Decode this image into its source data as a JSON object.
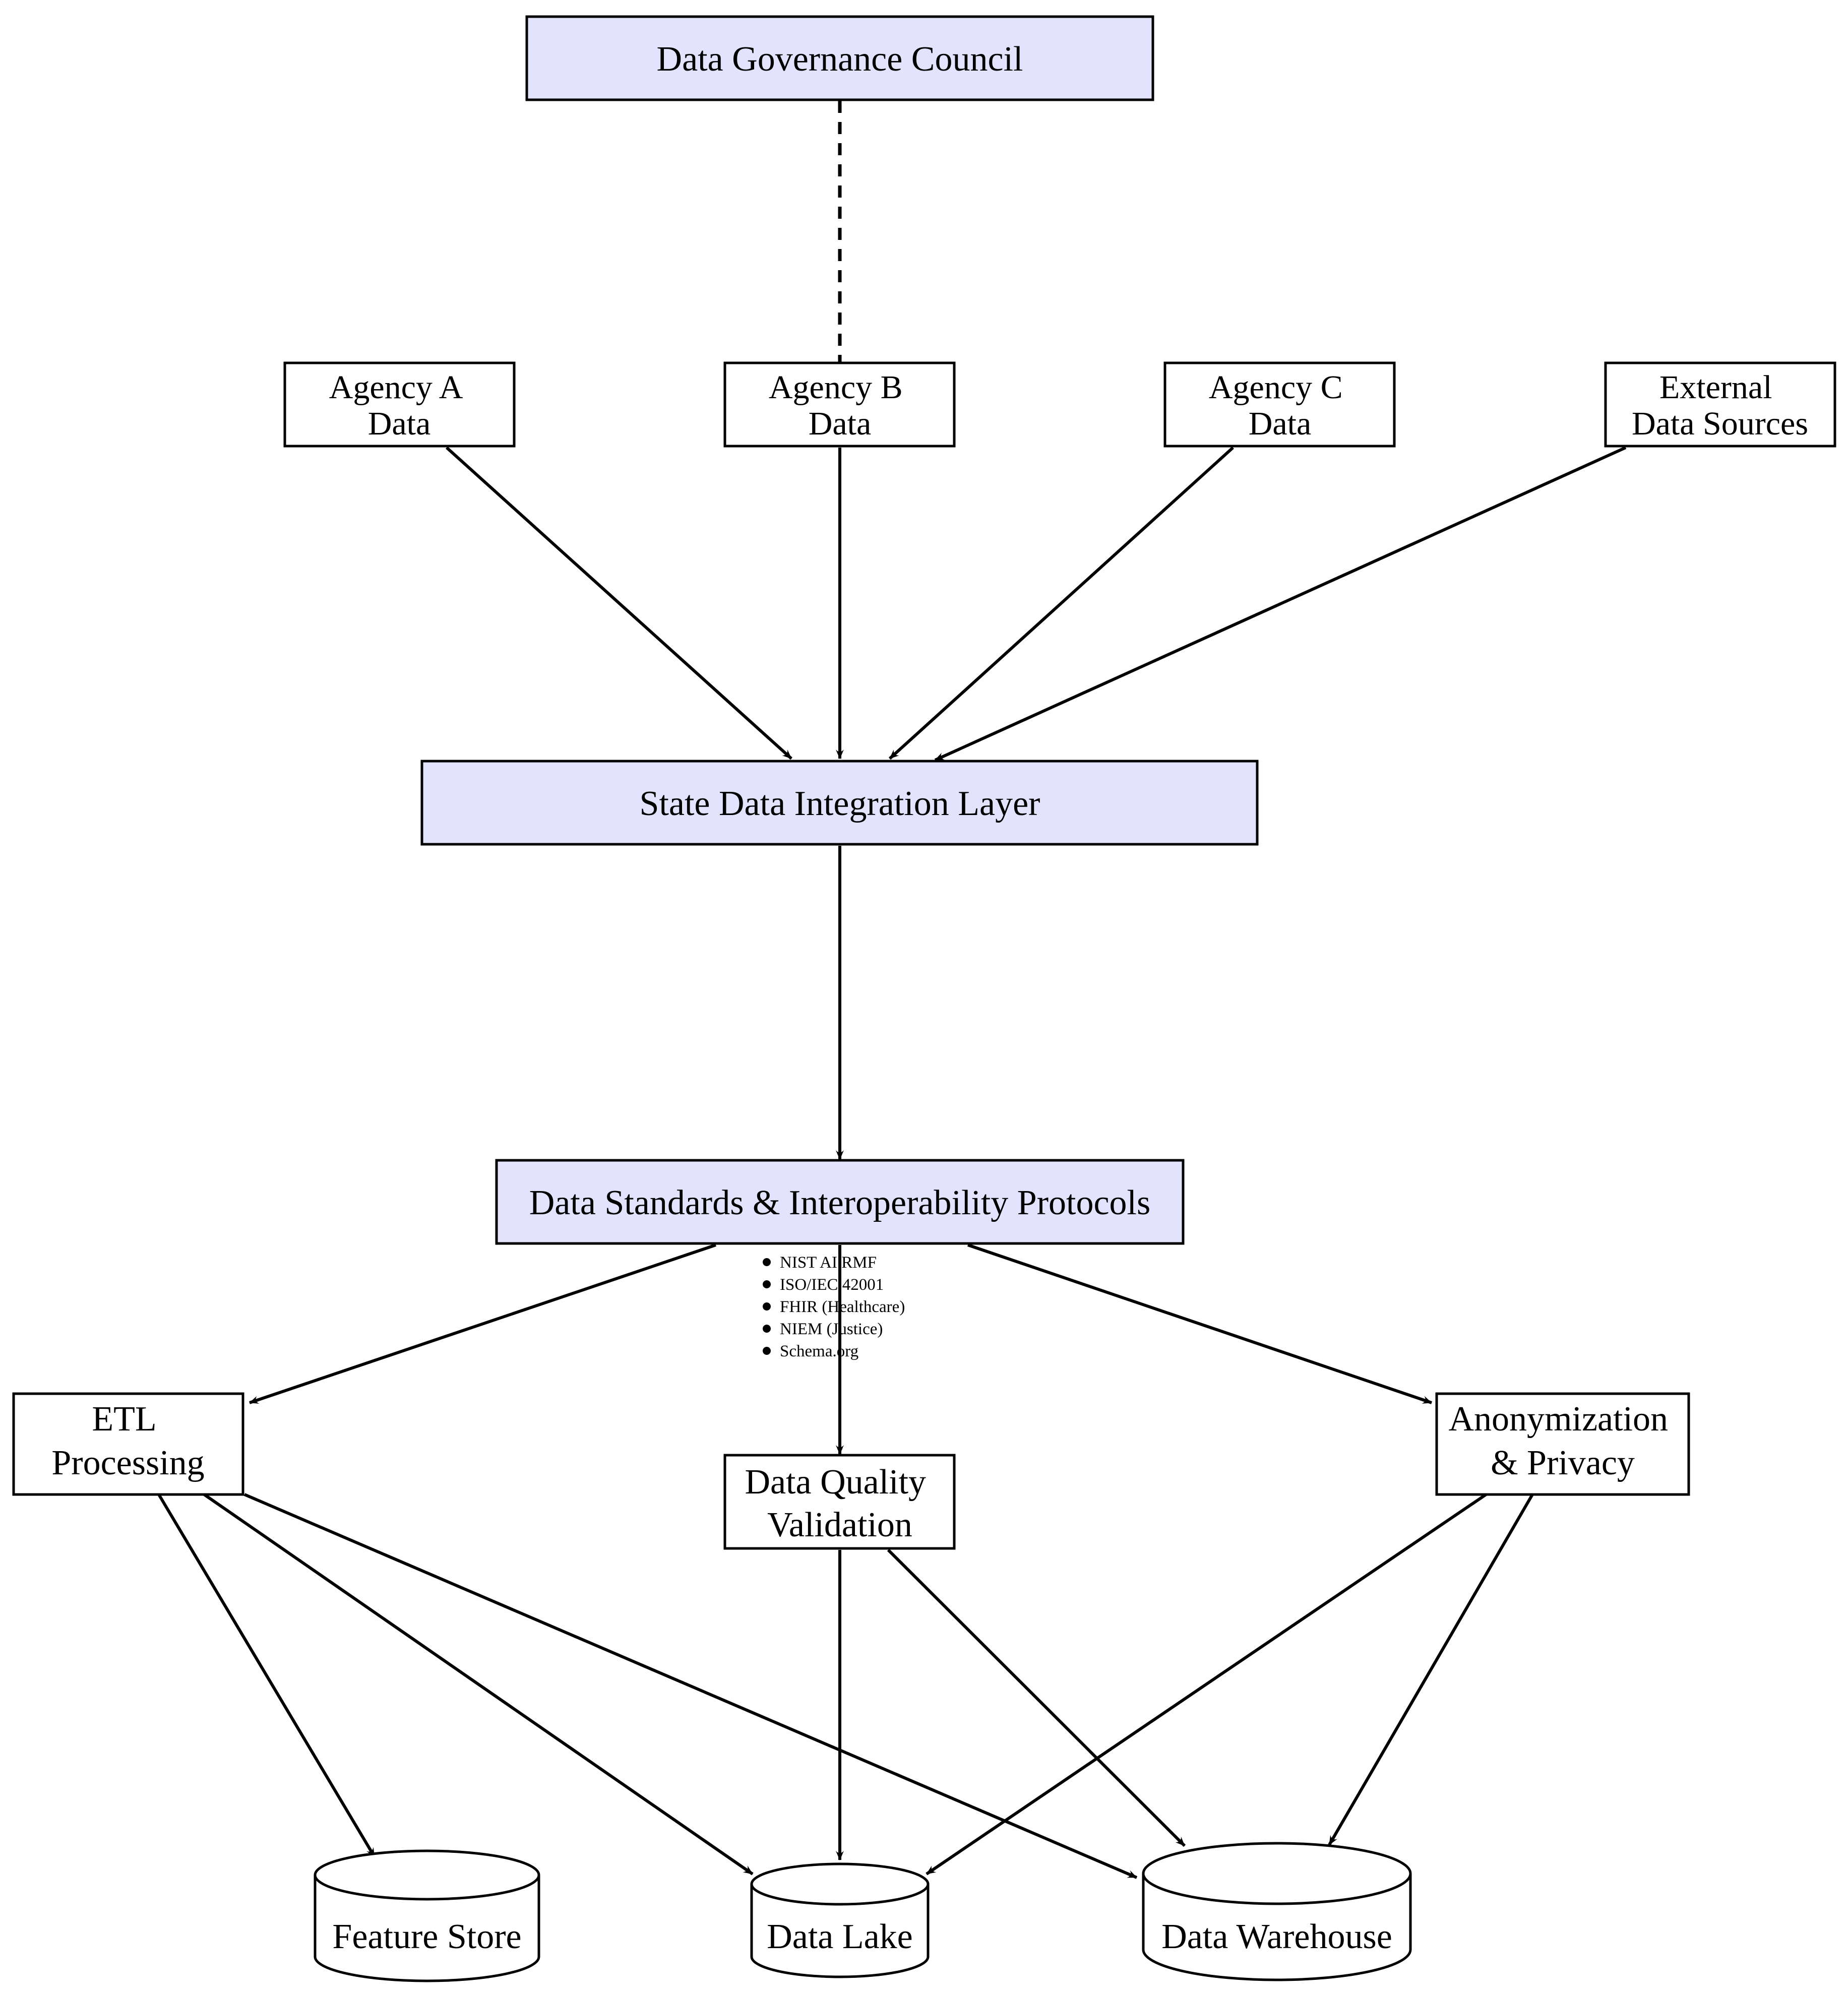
{
  "colors": {
    "highlight_fill": "#e3e3fd",
    "stroke": "#000000",
    "background": "#ffffff"
  },
  "nodes": {
    "council": {
      "lines": [
        "Data Governance Council"
      ]
    },
    "agency_a": {
      "lines": [
        "Agency A",
        "Data"
      ]
    },
    "agency_b": {
      "lines": [
        "Agency B",
        "Data"
      ]
    },
    "agency_c": {
      "lines": [
        "Agency C",
        "Data"
      ]
    },
    "external": {
      "lines": [
        "External",
        "Data Sources"
      ]
    },
    "integration": {
      "lines": [
        "State Data Integration Layer"
      ]
    },
    "standards": {
      "lines": [
        "Data Standards & Interoperability Protocols"
      ]
    },
    "etl": {
      "lines": [
        "ETL",
        "Processing"
      ]
    },
    "quality": {
      "lines": [
        "Data Quality",
        "Validation"
      ]
    },
    "anonymization": {
      "lines": [
        "Anonymization",
        "& Privacy"
      ]
    },
    "feature_store": {
      "lines": [
        "Feature Store"
      ]
    },
    "data_lake": {
      "lines": [
        "Data Lake"
      ]
    },
    "data_warehouse": {
      "lines": [
        "Data Warehouse"
      ]
    }
  },
  "standards_list": [
    "NIST AI RMF",
    "ISO/IEC 42001",
    "FHIR (Healthcare)",
    "NIEM (Justice)",
    "Schema.org"
  ],
  "edges": [
    {
      "from": "council",
      "to": "agency_b",
      "style": "dashed"
    },
    {
      "from": "agency_a",
      "to": "integration",
      "style": "solid"
    },
    {
      "from": "agency_b",
      "to": "integration",
      "style": "solid"
    },
    {
      "from": "agency_c",
      "to": "integration",
      "style": "solid"
    },
    {
      "from": "external",
      "to": "integration",
      "style": "solid"
    },
    {
      "from": "integration",
      "to": "standards",
      "style": "solid"
    },
    {
      "from": "standards",
      "to": "etl",
      "style": "solid"
    },
    {
      "from": "standards",
      "to": "quality",
      "style": "solid"
    },
    {
      "from": "standards",
      "to": "anonymization",
      "style": "solid"
    },
    {
      "from": "etl",
      "to": "feature_store",
      "style": "solid"
    },
    {
      "from": "etl",
      "to": "data_lake",
      "style": "solid"
    },
    {
      "from": "etl",
      "to": "data_warehouse",
      "style": "solid"
    },
    {
      "from": "quality",
      "to": "data_lake",
      "style": "solid"
    },
    {
      "from": "quality",
      "to": "data_warehouse",
      "style": "solid"
    },
    {
      "from": "anonymization",
      "to": "data_lake",
      "style": "solid"
    },
    {
      "from": "anonymization",
      "to": "data_warehouse",
      "style": "solid"
    }
  ]
}
